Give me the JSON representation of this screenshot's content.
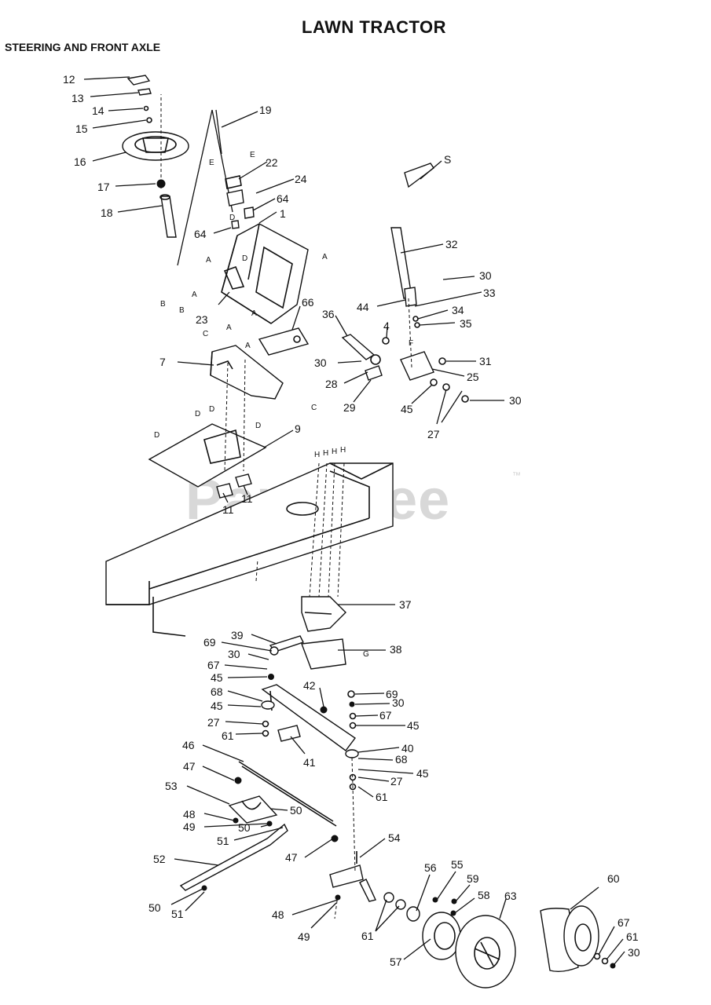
{
  "header": {
    "title": "LAWN TRACTOR",
    "subtitle": "STEERING AND FRONT AXLE"
  },
  "watermark": {
    "text": "PartsTree",
    "trademark": "™"
  },
  "callouts": [
    "12",
    "13",
    "14",
    "15",
    "16",
    "17",
    "18",
    "19",
    "22",
    "24",
    "64",
    "1",
    "64",
    "23",
    "66",
    "36",
    "S",
    "32",
    "30",
    "33",
    "44",
    "34",
    "4",
    "35",
    "31",
    "25",
    "30",
    "28",
    "29",
    "45",
    "30",
    "27",
    "7",
    "9",
    "11",
    "11",
    "37",
    "39",
    "69",
    "38",
    "30",
    "67",
    "45",
    "68",
    "45",
    "27",
    "61",
    "42",
    "69",
    "30",
    "67",
    "45",
    "41",
    "40",
    "68",
    "45",
    "27",
    "61",
    "46",
    "47",
    "53",
    "50",
    "48",
    "49",
    "50",
    "51",
    "47",
    "54",
    "52",
    "50",
    "51",
    "48",
    "49",
    "56",
    "55",
    "59",
    "58",
    "63",
    "60",
    "61",
    "57",
    "67",
    "61",
    "30"
  ],
  "ref_letters": [
    "E",
    "E",
    "A",
    "A",
    "A",
    "B",
    "B",
    "A",
    "A",
    "C",
    "A",
    "C",
    "D",
    "D",
    "D",
    "D",
    "D",
    "D",
    "F",
    "G",
    "H",
    "H",
    "H",
    "H"
  ]
}
